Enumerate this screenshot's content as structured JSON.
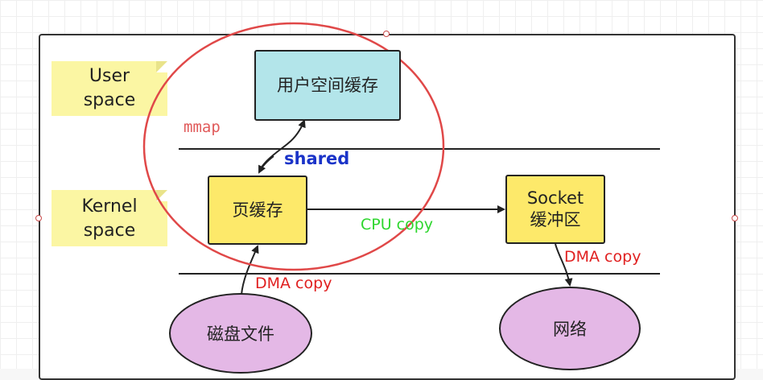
{
  "user_space_note": {
    "line1": "User",
    "line2": "space"
  },
  "kernel_space_note": {
    "line1": "Kernel",
    "line2": "space"
  },
  "user_buffer": {
    "label": "用户空间缓存",
    "color": "#b3e5ea"
  },
  "page_cache": {
    "label": "页缓存",
    "color": "#fde96a"
  },
  "socket_buffer": {
    "line1": "Socket",
    "line2": "缓冲区",
    "color": "#fde96a"
  },
  "disk_file": {
    "label": "磁盘文件",
    "color": "#e4b8e6"
  },
  "network": {
    "label": "网络",
    "color": "#e4b8e6"
  },
  "mmap_label": "mmap",
  "shared_label": "shared",
  "cpu_copy_label": "CPU copy",
  "dma_copy_left_label": "DMA copy",
  "dma_copy_right_label": "DMA copy",
  "colors": {
    "mmap": "#e05a5a",
    "shared": "#1a33c8",
    "cpu_copy": "#2ed62e",
    "dma_copy": "#e02020",
    "highlight_circle": "#e04848"
  }
}
